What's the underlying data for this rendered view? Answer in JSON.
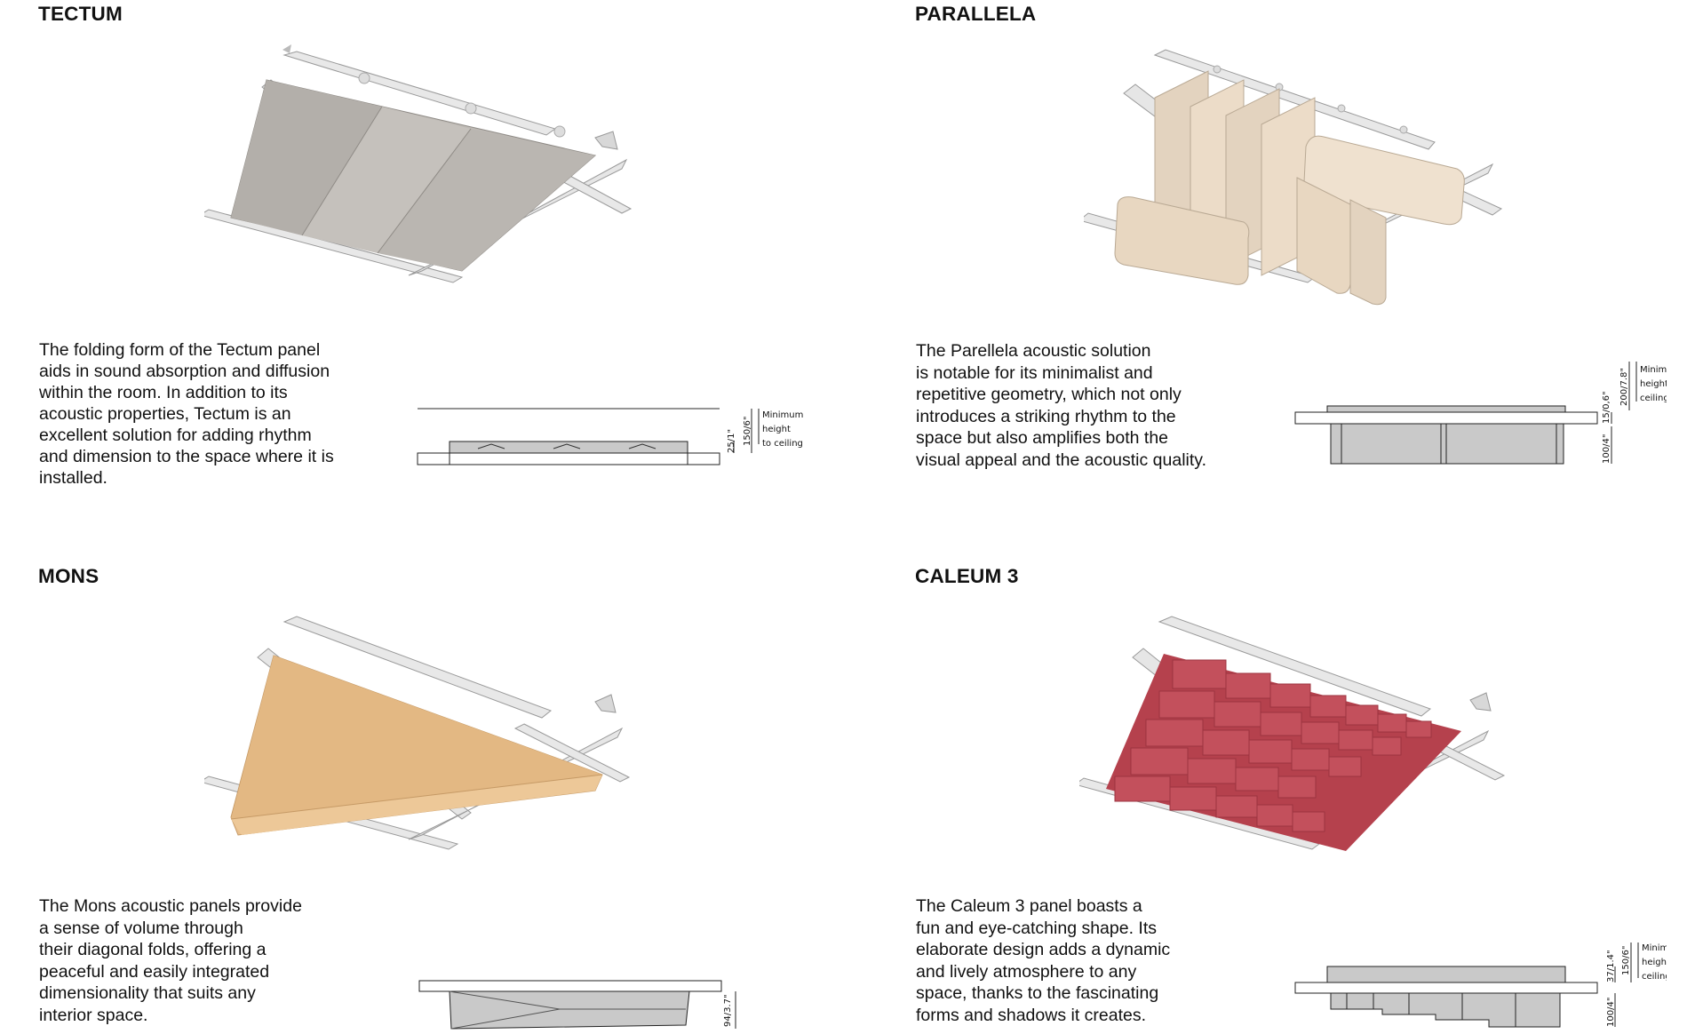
{
  "products": {
    "tectum": {
      "title": "TECTUM",
      "description": "The folding form of the Tectum panel\naids in sound absorption and diffusion\nwithin the room. In addition to its\nacoustic properties, Tectum is an\nexcellent solution for adding rhythm\nand dimension to the space where it is\ninstalled.",
      "dimensions": {
        "panel": "25/1\"",
        "ceiling": "150/6\""
      },
      "min_label": [
        "Minimum",
        "height",
        "to ceiling"
      ],
      "color": "#bdb9b4"
    },
    "parallela": {
      "title": "PARALLELA",
      "description": "The Parellela acoustic solution\nis notable for its minimalist and\nrepetitive geometry, which not only\nintroduces a striking rhythm to the\nspace but also amplifies both the\nvisual appeal and the acoustic quality.",
      "dimensions": {
        "frame": "15/0,6\"",
        "ceiling": "200/7.8\"",
        "panel": "100/4\""
      },
      "min_label": [
        "Minimum",
        "height to",
        "ceiling"
      ],
      "color": "#ecdcc8"
    },
    "mons": {
      "title": "MONS",
      "description": "The Mons acoustic panels provide\na sense of volume through\ntheir diagonal folds, offering a\npeaceful and easily integrated\ndimensionality that suits any\ninterior space.",
      "dimensions": {
        "panel": "94/3.7\""
      },
      "color": "#e9c08e"
    },
    "caleum": {
      "title": "CALEUM 3",
      "description": "The Caleum 3 panel boasts a\nfun and eye-catching shape. Its\nelaborate design adds a dynamic\nand lively atmosphere to any\nspace, thanks to the fascinating\nforms and shadows it creates.",
      "dimensions": {
        "frame": "37/1.4\"",
        "ceiling": "150/6\"",
        "panel": "100/4\""
      },
      "min_label": [
        "Minimum",
        "height to",
        "ceiling"
      ],
      "color": "#c3505c"
    }
  }
}
